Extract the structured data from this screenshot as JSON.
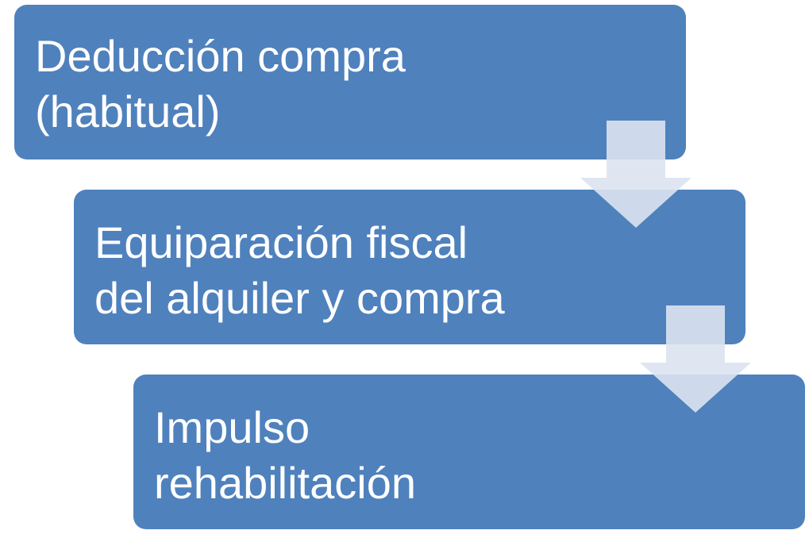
{
  "steps": [
    {
      "lines": [
        "Deducción compra",
        "(habitual)"
      ]
    },
    {
      "lines": [
        "Equiparación fiscal",
        "del alquiler y compra"
      ]
    },
    {
      "lines": [
        "Impulso",
        "rehabilitación"
      ]
    }
  ],
  "colors": {
    "box_fill": "#4f81bd",
    "box_text": "#ffffff",
    "arrow_fill": "#dbe3f0"
  },
  "icons": {
    "connector": "down-arrow-icon"
  }
}
